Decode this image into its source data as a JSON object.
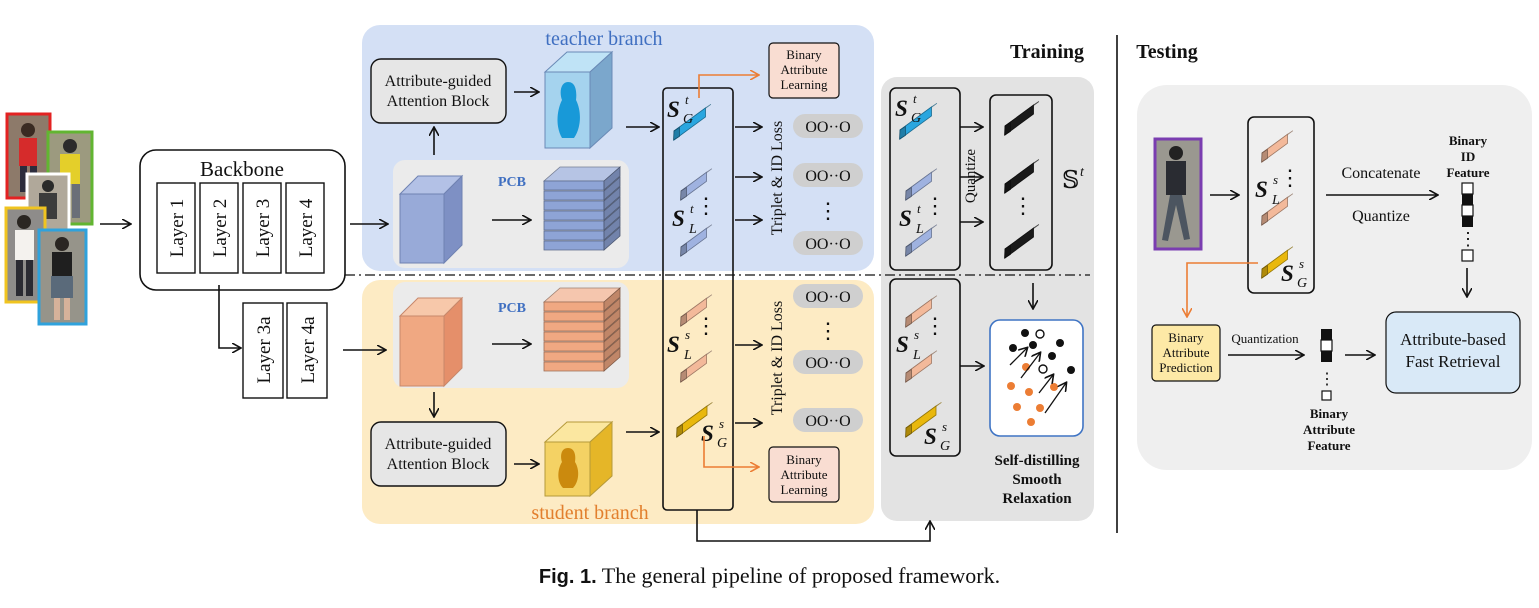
{
  "labels": {
    "backbone": "Backbone",
    "layer1": "Layer 1",
    "layer2": "Layer 2",
    "layer3": "Layer 3",
    "layer4": "Layer 4",
    "layer3a": "Layer 3a",
    "layer4a": "Layer 4a",
    "teacher_branch": "teacher branch",
    "student_branch": "student branch",
    "attn_line1": "Attribute-guided",
    "attn_line2": "Attention Block",
    "pcb": "PCB",
    "bal_line1": "Binary",
    "bal_line2": "Attribute",
    "bal_line3": "Learning",
    "triplet_loss": "Triplet & ID Loss",
    "quantize_vertical": "Quantize",
    "training": "Training",
    "testing": "Testing",
    "sdsr_line1": "Self-distilling",
    "sdsr_line2": "Smooth",
    "sdsr_line3": "Relaxation",
    "concatenate": "Concatenate",
    "quantize": "Quantize",
    "binary_id_line1": "Binary",
    "binary_id_line2": "ID",
    "binary_id_line3": "Feature",
    "bap_line1": "Binary",
    "bap_line2": "Attribute",
    "bap_line3": "Prediction",
    "quantization": "Quantization",
    "baf_line1": "Binary",
    "baf_line2": "Attribute",
    "baf_line3": "Feature",
    "retrieval_line1": "Attribute-based",
    "retrieval_line2": "Fast Retrieval",
    "sym_S": "S",
    "sym_t": "t",
    "sym_s": "s",
    "sym_G": "G",
    "sym_L": "L",
    "sym_blackboard": "𝕊",
    "code_dots": "OO··O",
    "vdots": "⋮"
  },
  "caption": {
    "prefix": "Fig. 1.",
    "text": "The general pipeline of proposed framework."
  },
  "colors": {
    "teacher_panel": "#d4e0f5",
    "student_panel": "#fdebc4",
    "pcb_panel": "#ebebeb",
    "training_panel": "#e3e3e3",
    "testing_panel": "#efefef",
    "blue_cube": "#8ea4d6",
    "orange_cube": "#f0a882",
    "teacher_global": "#2aa6df",
    "student_global": "#e9b80d",
    "binary_code": "#1a1a1a",
    "orange_arrow": "#ec7d34",
    "retrieval_box": "#d9e9f7",
    "prediction_box": "#fde9a6",
    "bal_box": "#f9ddd2",
    "teacher_text": "#3f6fc1",
    "student_text": "#e27f2d"
  }
}
